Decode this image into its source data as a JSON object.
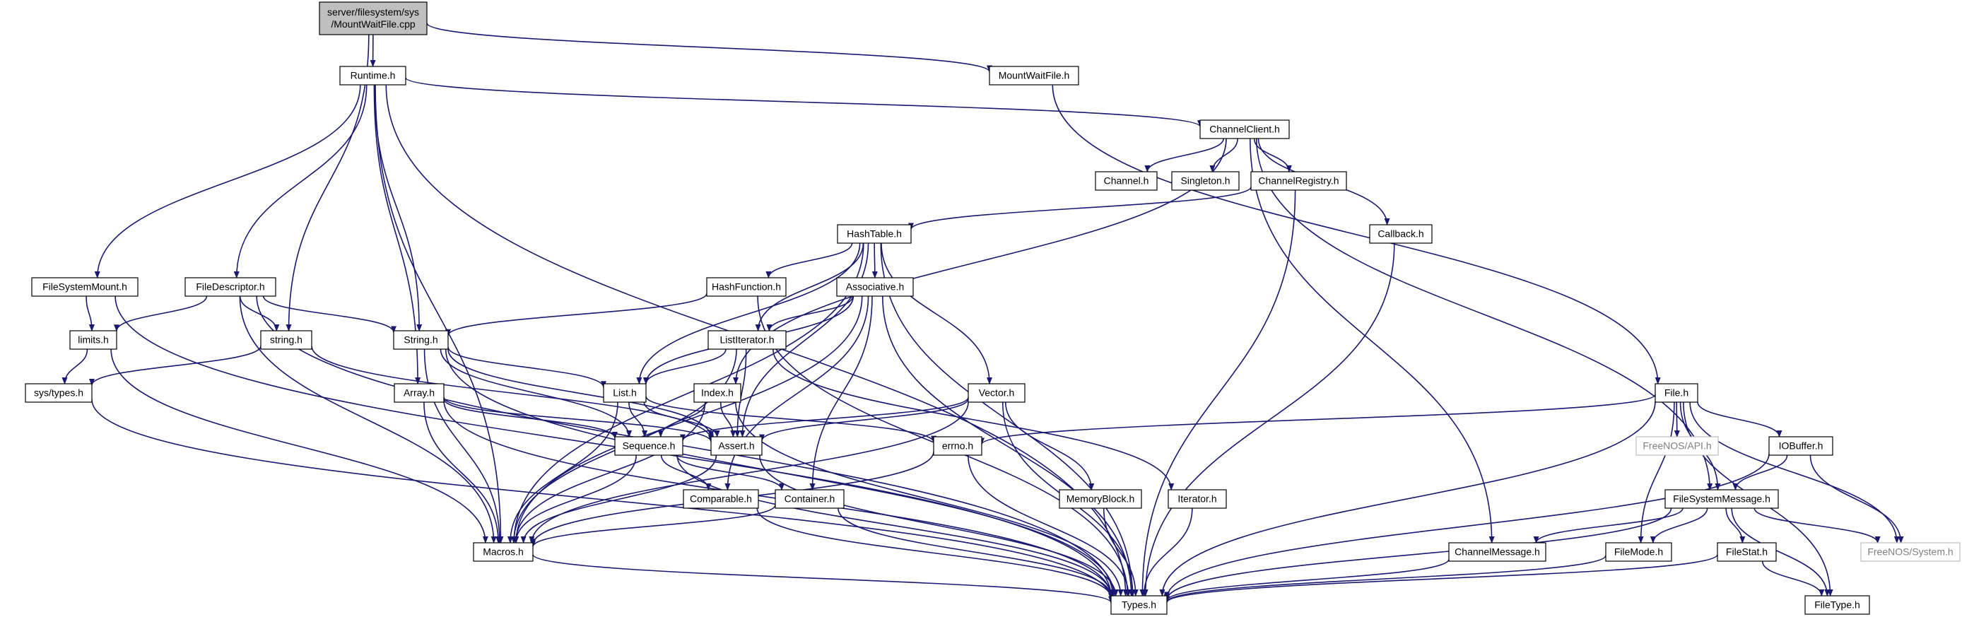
{
  "title": "",
  "root": [
    "server/filesystem/sys",
    "/MountWaitFile.cpp"
  ],
  "nodes": [
    "Runtime.h",
    "MountWaitFile.h",
    "ChannelClient.h",
    "Channel.h",
    "Singleton.h",
    "ChannelRegistry.h",
    "Callback.h",
    "HashTable.h",
    "HashFunction.h",
    "Associative.h",
    "FileSystemMount.h",
    "FileDescriptor.h",
    "limits.h",
    "string.h",
    "String.h",
    "ListIterator.h",
    "sys/types.h",
    "List.h",
    "Index.h",
    "Array.h",
    "Vector.h",
    "Sequence.h",
    "Assert.h",
    "errno.h",
    "File.h",
    "FreeNOS/API.h",
    "IOBuffer.h",
    "Comparable.h",
    "Container.h",
    "MemoryBlock.h",
    "Iterator.h",
    "FileSystemMessage.h",
    "Macros.h",
    "ChannelMessage.h",
    "FileMode.h",
    "FileStat.h",
    "FreeNOS/System.h",
    "Types.h",
    "FileType.h"
  ],
  "external_nodes": [
    "FreeNOS/API.h",
    "FreeNOS/System.h"
  ],
  "colors": {
    "edge": "#191970",
    "border": "#000000",
    "root_fill": "#bfbfbf",
    "external_border": "#bfbfbf",
    "external_text": "#7f7f7f",
    "background": "#ffffff"
  },
  "edges": [
    [
      "root",
      "Runtime.h"
    ],
    [
      "root",
      "MountWaitFile.h"
    ],
    [
      "root",
      "string.h"
    ],
    [
      "Runtime.h",
      "ChannelClient.h"
    ],
    [
      "Runtime.h",
      "FileSystemMount.h"
    ],
    [
      "Runtime.h",
      "FileDescriptor.h"
    ],
    [
      "Runtime.h",
      "String.h"
    ],
    [
      "Runtime.h",
      "Array.h"
    ],
    [
      "Runtime.h",
      "Macros.h"
    ],
    [
      "Runtime.h",
      "Types.h"
    ],
    [
      "MountWaitFile.h",
      "File.h"
    ],
    [
      "ChannelClient.h",
      "Channel.h"
    ],
    [
      "ChannelClient.h",
      "Singleton.h"
    ],
    [
      "ChannelClient.h",
      "ChannelRegistry.h"
    ],
    [
      "ChannelClient.h",
      "Callback.h"
    ],
    [
      "ChannelClient.h",
      "ChannelMessage.h"
    ],
    [
      "ChannelClient.h",
      "FileSystemMessage.h"
    ],
    [
      "ChannelClient.h",
      "Index.h"
    ],
    [
      "ChannelRegistry.h",
      "HashTable.h"
    ],
    [
      "ChannelRegistry.h",
      "Types.h"
    ],
    [
      "Callback.h",
      "Types.h"
    ],
    [
      "HashTable.h",
      "HashFunction.h"
    ],
    [
      "HashTable.h",
      "Associative.h"
    ],
    [
      "HashTable.h",
      "ListIterator.h"
    ],
    [
      "HashTable.h",
      "List.h"
    ],
    [
      "HashTable.h",
      "Vector.h"
    ],
    [
      "HashTable.h",
      "Assert.h"
    ],
    [
      "HashTable.h",
      "Macros.h"
    ],
    [
      "HashTable.h",
      "Types.h"
    ],
    [
      "HashFunction.h",
      "String.h"
    ],
    [
      "HashFunction.h",
      "Types.h"
    ],
    [
      "Associative.h",
      "ListIterator.h"
    ],
    [
      "Associative.h",
      "List.h"
    ],
    [
      "Associative.h",
      "Comparable.h"
    ],
    [
      "Associative.h",
      "Container.h"
    ],
    [
      "Associative.h",
      "Macros.h"
    ],
    [
      "Associative.h",
      "Types.h"
    ],
    [
      "FileSystemMount.h",
      "limits.h"
    ],
    [
      "FileSystemMount.h",
      "Types.h"
    ],
    [
      "FileDescriptor.h",
      "limits.h"
    ],
    [
      "FileDescriptor.h",
      "string.h"
    ],
    [
      "FileDescriptor.h",
      "String.h"
    ],
    [
      "FileDescriptor.h",
      "Macros.h"
    ],
    [
      "FileDescriptor.h",
      "Types.h"
    ],
    [
      "limits.h",
      "sys/types.h"
    ],
    [
      "limits.h",
      "Macros.h"
    ],
    [
      "string.h",
      "sys/types.h"
    ],
    [
      "string.h",
      "Assert.h"
    ],
    [
      "String.h",
      "List.h"
    ],
    [
      "String.h",
      "Sequence.h"
    ],
    [
      "String.h",
      "Assert.h"
    ],
    [
      "String.h",
      "Macros.h"
    ],
    [
      "String.h",
      "Types.h"
    ],
    [
      "ListIterator.h",
      "List.h"
    ],
    [
      "ListIterator.h",
      "Assert.h"
    ],
    [
      "ListIterator.h",
      "Iterator.h"
    ],
    [
      "ListIterator.h",
      "Macros.h"
    ],
    [
      "sys/types.h",
      "Types.h"
    ],
    [
      "List.h",
      "Sequence.h"
    ],
    [
      "List.h",
      "Assert.h"
    ],
    [
      "List.h",
      "errno.h"
    ],
    [
      "List.h",
      "Macros.h"
    ],
    [
      "Index.h",
      "Sequence.h"
    ],
    [
      "Index.h",
      "Assert.h"
    ],
    [
      "Index.h",
      "Macros.h"
    ],
    [
      "Index.h",
      "Types.h"
    ],
    [
      "Array.h",
      "Sequence.h"
    ],
    [
      "Array.h",
      "Assert.h"
    ],
    [
      "Array.h",
      "Macros.h"
    ],
    [
      "Array.h",
      "Types.h"
    ],
    [
      "Vector.h",
      "Sequence.h"
    ],
    [
      "Vector.h",
      "Assert.h"
    ],
    [
      "Vector.h",
      "MemoryBlock.h"
    ],
    [
      "Vector.h",
      "Macros.h"
    ],
    [
      "Vector.h",
      "Types.h"
    ],
    [
      "Sequence.h",
      "Comparable.h"
    ],
    [
      "Sequence.h",
      "Container.h"
    ],
    [
      "Sequence.h",
      "Macros.h"
    ],
    [
      "Sequence.h",
      "Types.h"
    ],
    [
      "Assert.h",
      "Macros.h"
    ],
    [
      "Assert.h",
      "Types.h"
    ],
    [
      "errno.h",
      "Macros.h"
    ],
    [
      "errno.h",
      "Types.h"
    ],
    [
      "File.h",
      "errno.h"
    ],
    [
      "File.h",
      "FreeNOS/API.h"
    ],
    [
      "File.h",
      "IOBuffer.h"
    ],
    [
      "File.h",
      "FileSystemMessage.h"
    ],
    [
      "File.h",
      "FileMode.h"
    ],
    [
      "File.h",
      "FreeNOS/System.h"
    ],
    [
      "File.h",
      "Types.h"
    ],
    [
      "File.h",
      "FileType.h"
    ],
    [
      "IOBuffer.h",
      "FileSystemMessage.h"
    ],
    [
      "IOBuffer.h",
      "FreeNOS/System.h"
    ],
    [
      "IOBuffer.h",
      "Types.h"
    ],
    [
      "Comparable.h",
      "Types.h"
    ],
    [
      "Container.h",
      "Macros.h"
    ],
    [
      "Container.h",
      "Types.h"
    ],
    [
      "MemoryBlock.h",
      "Types.h"
    ],
    [
      "Iterator.h",
      "Types.h"
    ],
    [
      "FileSystemMessage.h",
      "ChannelMessage.h"
    ],
    [
      "FileSystemMessage.h",
      "FileMode.h"
    ],
    [
      "FileSystemMessage.h",
      "FileStat.h"
    ],
    [
      "FileSystemMessage.h",
      "FreeNOS/System.h"
    ],
    [
      "FileSystemMessage.h",
      "Types.h"
    ],
    [
      "FileSystemMessage.h",
      "FileType.h"
    ],
    [
      "Macros.h",
      "Types.h"
    ],
    [
      "ChannelMessage.h",
      "Types.h"
    ],
    [
      "FileMode.h",
      "Types.h"
    ],
    [
      "FileStat.h",
      "Types.h"
    ],
    [
      "FileStat.h",
      "FileType.h"
    ]
  ]
}
